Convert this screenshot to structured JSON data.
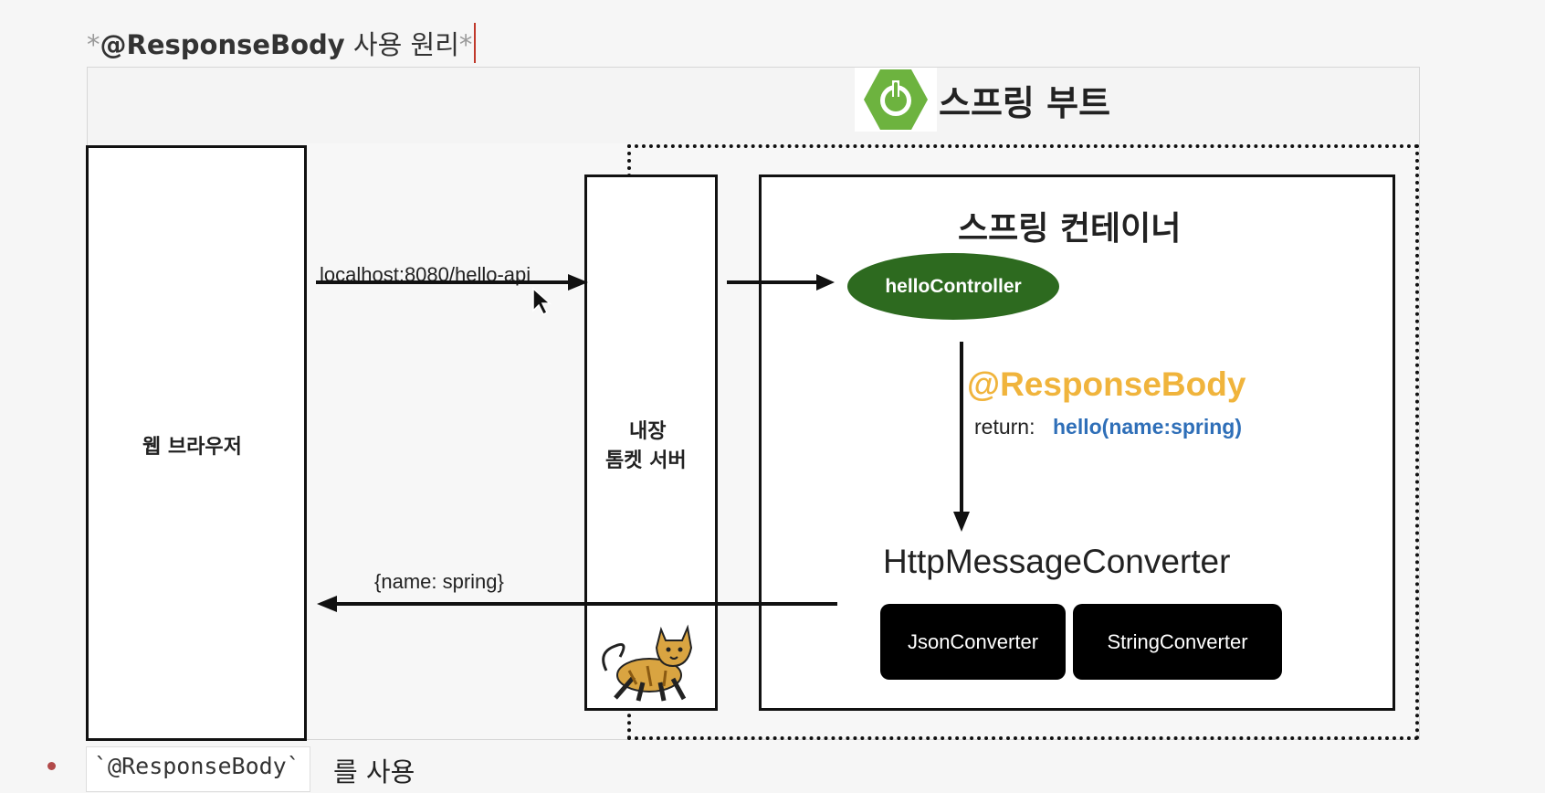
{
  "heading": {
    "prefix": "*",
    "bold": "@ResponseBody",
    "rest": " 사용 원리",
    "suffix": "*"
  },
  "diagram": {
    "spring_boot": "스프링 부트",
    "browser": "웹 브라우저",
    "server_line1": "내장",
    "server_line2": "톰켓 서버",
    "container": "스프링 컨테이너",
    "request_url": "localhost:8080/hello-api",
    "controller": "helloController",
    "annotation": "@ResponseBody",
    "return_label": "return:",
    "return_value": "hello(name:spring)",
    "converter": "HttpMessageConverter",
    "json_converter": "JsonConverter",
    "string_converter": "StringConverter",
    "response": "{name: spring}"
  },
  "bullet": {
    "code": "`@ResponseBody`",
    "text": "를 사용"
  },
  "colors": {
    "spring_green": "#2d6a1f",
    "logo_green": "#6db33f",
    "annotation_orange": "#f0b43c",
    "return_blue": "#2f6fb8",
    "cursor_line": "#c0392b"
  }
}
